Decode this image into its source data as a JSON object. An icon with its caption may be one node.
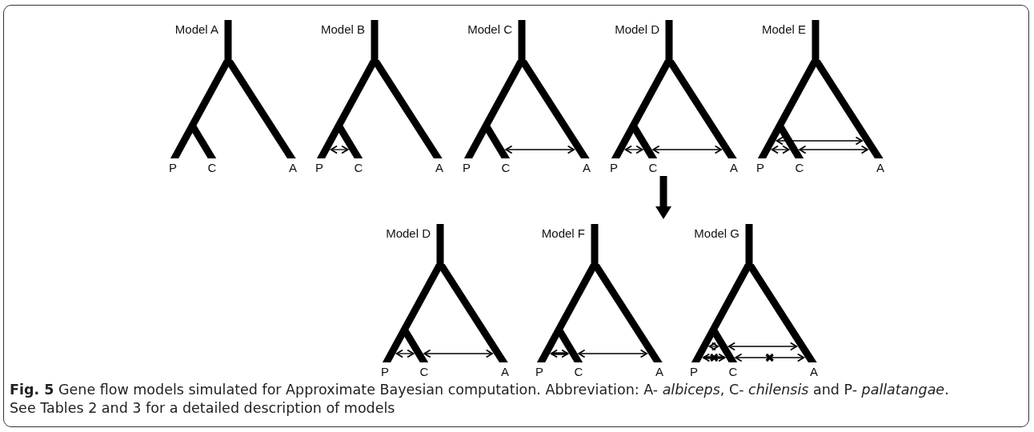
{
  "diagram": {
    "caption": "**Fig. 5** Gene flow models simulated for Approximate Bayesian computation. Abbreviation: A- *albiceps*, C- *chilensis* and P- *pallatangae*. See Tables 2 and 3 for a detailed description of models",
    "nodes": [
      {
        "text": [
          "Model A"
        ]
      },
      {
        "text": [
          "P"
        ],
        "in": 0
      },
      {
        "text": [
          "C"
        ],
        "in": 0
      },
      {
        "text": [
          "A"
        ],
        "in": 0
      },
      {
        "text": [
          "Model B"
        ]
      },
      {
        "text": [
          "P"
        ],
        "in": 4
      },
      {
        "text": [
          "C"
        ],
        "in": 4
      },
      {
        "text": [
          "A"
        ],
        "in": 4
      },
      {
        "text": [
          "Model C"
        ]
      },
      {
        "text": [
          "P"
        ],
        "in": 8
      },
      {
        "text": [
          "C"
        ],
        "in": 8
      },
      {
        "text": [
          "A"
        ],
        "in": 8
      },
      {
        "text": [
          "Model D"
        ]
      },
      {
        "text": [
          "P"
        ],
        "in": 12
      },
      {
        "text": [
          "C"
        ],
        "in": 12
      },
      {
        "text": [
          "A"
        ],
        "in": 12
      },
      {
        "text": [
          "Model E"
        ]
      },
      {
        "text": [
          "P"
        ],
        "in": 16
      },
      {
        "text": [
          "C"
        ],
        "in": 16
      },
      {
        "text": [
          "A"
        ],
        "in": 16
      },
      {
        "text": [
          "Model D"
        ]
      },
      {
        "text": [
          "P"
        ],
        "in": 20
      },
      {
        "text": [
          "C"
        ],
        "in": 20
      },
      {
        "text": [
          "A"
        ],
        "in": 20
      },
      {
        "text": [
          "Model F"
        ]
      },
      {
        "text": [
          "P"
        ],
        "in": 24
      },
      {
        "text": [
          "C"
        ],
        "in": 24
      },
      {
        "text": [
          "A"
        ],
        "in": 24
      },
      {
        "text": [
          "Model G"
        ]
      },
      {
        "text": [
          "P"
        ],
        "in": 28
      },
      {
        "text": [
          "C"
        ],
        "in": 28
      },
      {
        "text": [
          "A"
        ],
        "in": 28
      }
    ],
    "edges": [
      {
        "from": 5,
        "to": 6,
        "arrow": "both"
      },
      {
        "from": 10,
        "to": 11,
        "arrow": "both"
      },
      {
        "from": 13,
        "to": 14,
        "arrow": "both"
      },
      {
        "from": 14,
        "to": 15,
        "arrow": "both"
      },
      {
        "from": 17,
        "to": 19,
        "arrow": "both"
      },
      {
        "from": 17,
        "to": 18,
        "arrow": "both"
      },
      {
        "from": 18,
        "to": 19,
        "arrow": "both"
      },
      {
        "from": 21,
        "to": 22,
        "arrow": "both"
      },
      {
        "from": 22,
        "to": 23,
        "arrow": "both"
      },
      {
        "from": 25,
        "to": 26,
        "arrow": "both",
        "style": "thick"
      },
      {
        "from": 26,
        "to": 27,
        "arrow": "both"
      },
      {
        "from": 29,
        "to": 30,
        "arrow": "both"
      },
      {
        "from": 30,
        "to": 31,
        "arrow": "both"
      },
      {
        "from": 29,
        "to": 30,
        "arrow": "both",
        "style": "thick"
      },
      {
        "from": 30,
        "to": 31,
        "arrow": "both"
      },
      {
        "from": 12,
        "to": null,
        "arrow": "to",
        "style": "thick"
      }
    ]
  }
}
